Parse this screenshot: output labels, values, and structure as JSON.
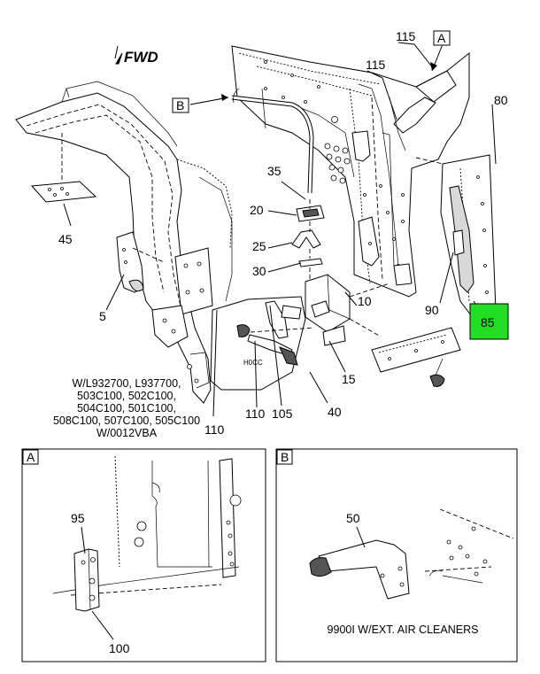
{
  "diagram": {
    "fwd_label": "FWD",
    "callouts": {
      "c115a": "115",
      "c115b": "115",
      "c80": "80",
      "c35": "35",
      "c20": "20",
      "c25": "25",
      "c30": "30",
      "c45": "45",
      "c5": "5",
      "c10": "10",
      "c15": "15",
      "c90": "90",
      "c85": "85",
      "c40": "40",
      "c105": "105",
      "c110a": "110",
      "c110b": "110",
      "c95": "95",
      "c100": "100",
      "c50": "50"
    },
    "view_tags": {
      "a_top": "A",
      "b_top": "B",
      "a_box": "A",
      "b_box": "B"
    },
    "notes": {
      "line1": "W/L932700, L937700,",
      "line2": "503C100, 502C100,",
      "line3": "504C100, 501C100,",
      "line4": "508C100, 507C100, 505C100",
      "line5": "W/0012VBA",
      "part_stamp": "H0CC",
      "view_b_caption": "9900I W/EXT. AIR CLEANERS"
    },
    "highlight_color": "#22dd22"
  }
}
